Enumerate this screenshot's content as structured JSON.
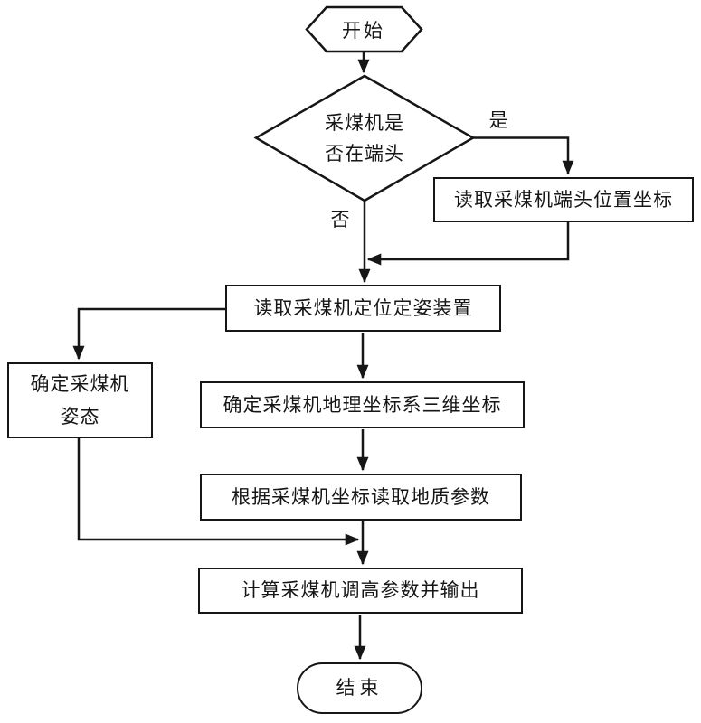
{
  "flowchart": {
    "colors": {
      "line": "#161616",
      "background": "#ffffff",
      "node_fill": "#ffffff"
    },
    "nodes": {
      "start": {
        "shape": "hexagon",
        "label": "开始"
      },
      "decision_at_end": {
        "shape": "diamond",
        "lines": [
          "采煤机是",
          "否在端头"
        ]
      },
      "read_end_position": {
        "shape": "rect",
        "label": "读取采煤机端头位置坐标"
      },
      "read_positioning_device": {
        "shape": "rect",
        "label": "读取采煤机定位定姿装置"
      },
      "determine_attitude": {
        "shape": "rect",
        "lines": [
          "确定采煤机",
          "姿态"
        ]
      },
      "determine_geo_coords": {
        "shape": "rect",
        "label": "确定采煤机地理坐标系三维坐标"
      },
      "read_geology_params": {
        "shape": "rect",
        "label": "根据采煤机坐标读取地质参数"
      },
      "calc_height_output": {
        "shape": "rect",
        "label": "计算采煤机调高参数并输出"
      },
      "end": {
        "shape": "stadium",
        "label": "结束"
      }
    },
    "branch_labels": {
      "yes": "是",
      "no": "否"
    }
  }
}
